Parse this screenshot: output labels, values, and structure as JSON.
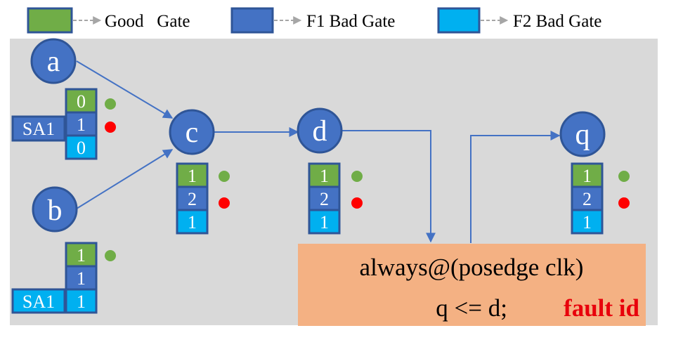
{
  "legend": {
    "good": "Good   Gate",
    "f1": "F1 Bad Gate",
    "f2": "F2 Bad Gate"
  },
  "colors": {
    "good": "#70ad47",
    "f1": "#4472c4",
    "f2": "#00b0f0",
    "node": "#4472c4",
    "panel": "#d9d9d9",
    "code_box": "#f4b183",
    "dot_good": "#70ad47",
    "dot_bad": "#ff0000",
    "fault": "#e8000b"
  },
  "nodes": {
    "a": "a",
    "b": "b",
    "c": "c",
    "d": "d",
    "q": "q"
  },
  "values": {
    "a": [
      "0",
      "1",
      "0"
    ],
    "b": [
      "1",
      "1",
      "1"
    ],
    "c": [
      "1",
      "2",
      "1"
    ],
    "d": [
      "1",
      "2",
      "1"
    ],
    "q": [
      "1",
      "2",
      "1"
    ]
  },
  "fault_labels": {
    "a": "SA1",
    "b": "SA1"
  },
  "code": {
    "line1": "always@(posedge clk)",
    "line2": "q <= d;",
    "fault_id": "fault id"
  }
}
